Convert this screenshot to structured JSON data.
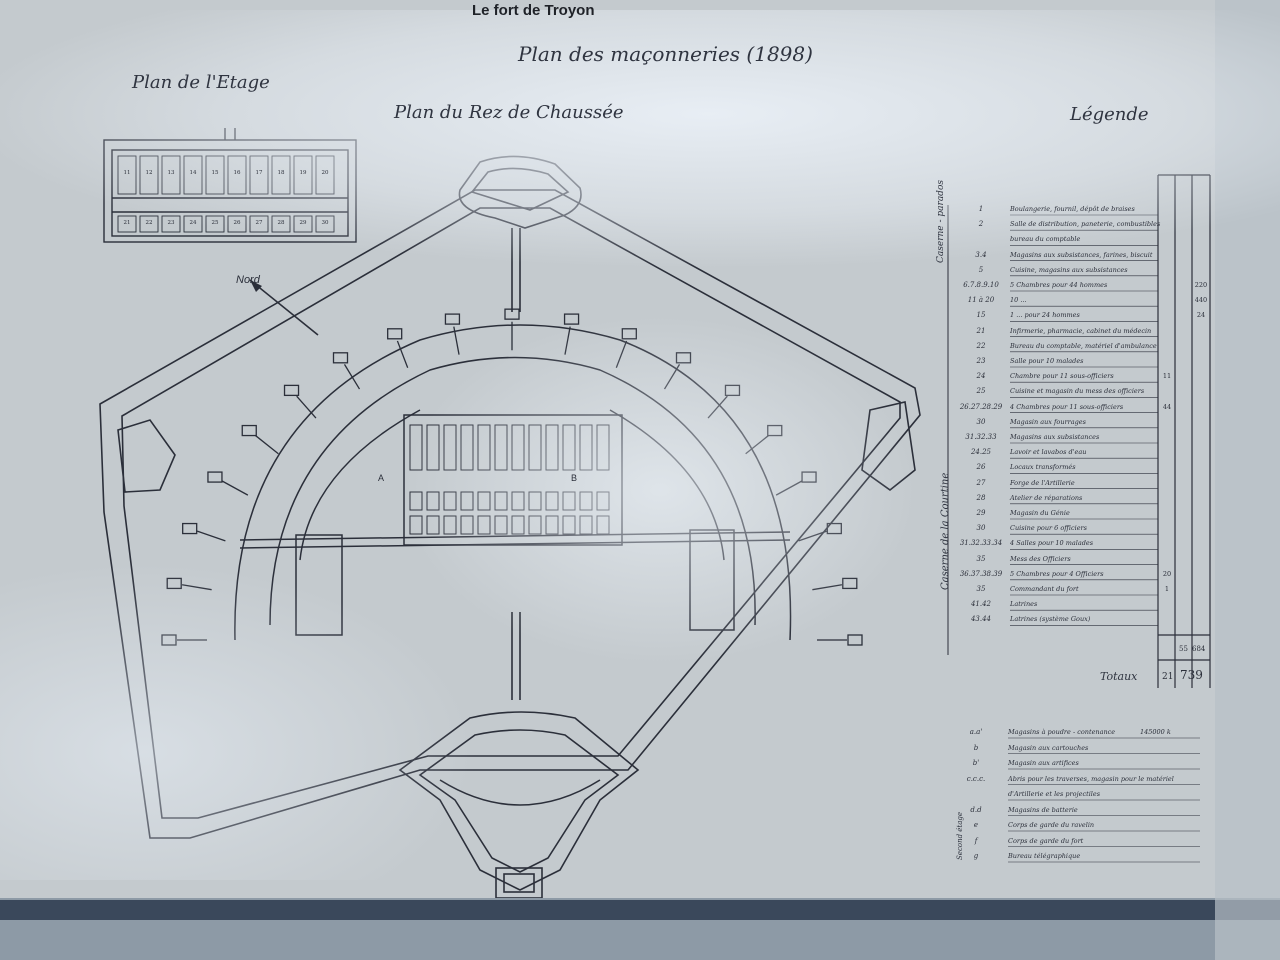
{
  "document": {
    "title": "Le fort de Troyon",
    "plan_title": "Plan des maçonneries (1898)",
    "upper_floor_title": "Plan de l'Etage",
    "ground_floor_title": "Plan du Rez de Chaussée",
    "legend_title": "Légende",
    "north_label": "Nord",
    "section_a": "A",
    "section_b": "B"
  },
  "upper_floor_rooms": {
    "top": [
      "11",
      "12",
      "13",
      "14",
      "15",
      "16",
      "17",
      "18",
      "19",
      "20"
    ],
    "bottom": [
      "21",
      "22",
      "23",
      "24",
      "25",
      "26",
      "27",
      "28",
      "29",
      "30"
    ]
  },
  "legend": {
    "caption_parados": "Caserne - parados",
    "caption_courtine": "Caserne de la Courtine",
    "caption_second": "Second étage",
    "rows": [
      {
        "code": "1",
        "desc": "Boulangerie, fournil, dépôt de braises",
        "v1": "",
        "v3": ""
      },
      {
        "code": "2",
        "desc": "Salle de distribution, paneterie, combustibles",
        "v1": "",
        "v3": ""
      },
      {
        "code": "",
        "desc": "bureau du comptable",
        "v1": "",
        "v3": ""
      },
      {
        "code": "3.4",
        "desc": "Magasins aux subsistances, farines, biscuit",
        "v1": "",
        "v3": ""
      },
      {
        "code": "5",
        "desc": "Cuisine, magasins aux subsistances",
        "v1": "",
        "v3": ""
      },
      {
        "code": "6.7.8.9.10",
        "desc": "5 Chambres pour 44 hommes",
        "v1": "",
        "v3": "220"
      },
      {
        "code": "11 à 20",
        "desc": "10 ...",
        "v1": "",
        "v3": "440"
      },
      {
        "code": "15",
        "desc": "1 ... pour 24 hommes",
        "v1": "",
        "v3": "24"
      },
      {
        "code": "21",
        "desc": "Infirmerie, pharmacie, cabinet du médecin",
        "v1": "",
        "v3": ""
      },
      {
        "code": "22",
        "desc": "Bureau du comptable, matériel d'ambulance",
        "v1": "",
        "v3": ""
      },
      {
        "code": "23",
        "desc": "Salle pour 10 malades",
        "v1": "",
        "v3": ""
      },
      {
        "code": "24",
        "desc": "Chambre pour 11 sous-officiers",
        "v1": "11",
        "v3": ""
      },
      {
        "code": "25",
        "desc": "Cuisine et magasin du mess des officiers",
        "v1": "",
        "v3": ""
      },
      {
        "code": "26.27.28.29",
        "desc": "4 Chambres pour 11 sous-officiers",
        "v1": "44",
        "v3": ""
      },
      {
        "code": "30",
        "desc": "Magasin aux fourrages",
        "v1": "",
        "v3": ""
      },
      {
        "code": "31.32.33",
        "desc": "Magasins aux subsistances",
        "v1": "",
        "v3": ""
      },
      {
        "code": "24.25",
        "desc": "Lavoir et lavabos d'eau",
        "v1": "",
        "v3": ""
      },
      {
        "code": "26",
        "desc": "Locaux transformés",
        "v1": "",
        "v3": ""
      },
      {
        "code": "27",
        "desc": "Forge de l'Artillerie",
        "v1": "",
        "v3": ""
      },
      {
        "code": "28",
        "desc": "Atelier de réparations",
        "v1": "",
        "v3": ""
      },
      {
        "code": "29",
        "desc": "Magasin du Génie",
        "v1": "",
        "v3": ""
      },
      {
        "code": "30",
        "desc": "Cuisine pour 6 officiers",
        "v1": "",
        "v3": ""
      },
      {
        "code": "31.32.33.34",
        "desc": "4 Salles pour 10 malades",
        "v1": "",
        "v3": ""
      },
      {
        "code": "35",
        "desc": "Mess des Officiers",
        "v1": "",
        "v3": ""
      },
      {
        "code": "36.37.38.39",
        "desc": "5 Chambres pour 4 Officiers",
        "v1": "20",
        "v3": ""
      },
      {
        "code": "35",
        "desc": "Commandant du fort",
        "v1": "1",
        "v3": ""
      },
      {
        "code": "41.42",
        "desc": "Latrines",
        "v1": "",
        "v3": ""
      },
      {
        "code": "43.44",
        "desc": "Latrines (système Goux)",
        "v1": "",
        "v3": ""
      }
    ],
    "subtotals": {
      "v2": "55",
      "v3": "684"
    },
    "totals_label": "Totaux",
    "totals": {
      "v1": "21",
      "v2": "739"
    }
  },
  "legend_lower": [
    {
      "code": "a.a'",
      "desc": "Magasins à poudre - contenance",
      "value": "145000 k"
    },
    {
      "code": "b",
      "desc": "Magasin aux cartouches",
      "value": ""
    },
    {
      "code": "b'",
      "desc": "Magasin aux artifices",
      "value": ""
    },
    {
      "code": "c.c.c.",
      "desc": "Abris pour les traverses, magasin pour le matériel",
      "value": ""
    },
    {
      "code": "",
      "desc": "d'Artillerie et les projectiles",
      "value": ""
    },
    {
      "code": "d.d",
      "desc": "Magasins de batterie",
      "value": ""
    },
    {
      "code": "e",
      "desc": "Corps de garde du ravelin",
      "value": ""
    },
    {
      "code": "f",
      "desc": "Corps de garde du fort",
      "value": ""
    },
    {
      "code": "g",
      "desc": "Bureau télégraphique",
      "value": ""
    }
  ],
  "colors": {
    "paper": "#c4cace",
    "ink": "#2b2f3a",
    "glare": "#eef4fb",
    "bottom_band": "#2c3a4d"
  }
}
